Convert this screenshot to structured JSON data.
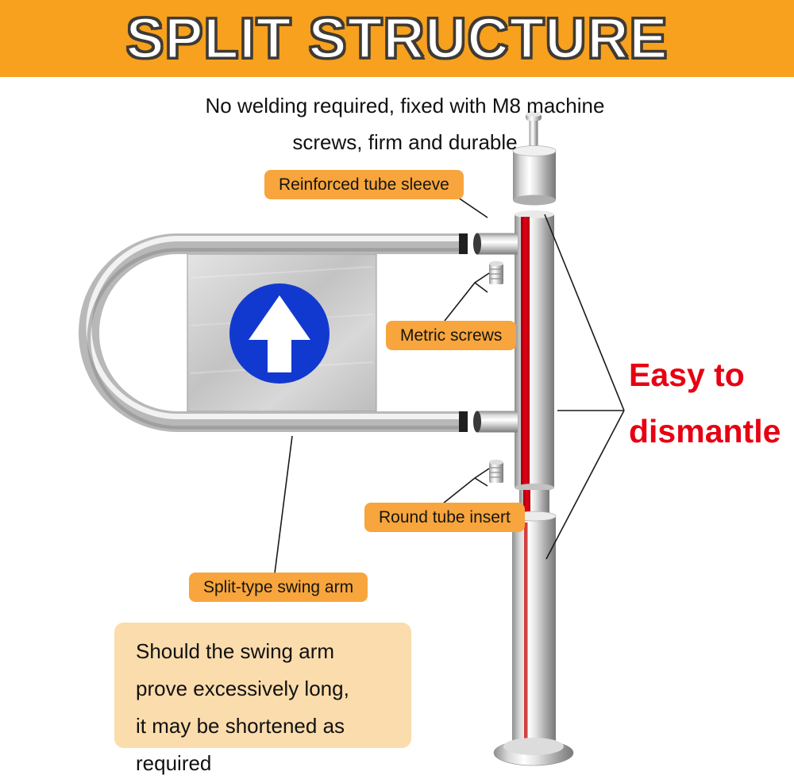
{
  "banner": {
    "title": "SPLIT STRUCTURE"
  },
  "subtitle": {
    "line1": "No welding required, fixed with M8 machine",
    "line2": "screws, firm and durable"
  },
  "callouts": {
    "reinforced": "Reinforced tube sleeve",
    "metric": "Metric screws",
    "round": "Round tube insert",
    "split": "Split-type swing arm"
  },
  "easy": {
    "line1": "Easy to",
    "line2": "dismantle"
  },
  "note": {
    "line1": "Should the swing arm",
    "line2": "prove excessively long,",
    "line3": "it may be shortened as required"
  },
  "icons": {
    "plate_icon": "up-arrow-icon"
  },
  "colors": {
    "banner_bg": "#F7A11E",
    "label_bg": "#F7A53C",
    "note_bg": "#FBDCAD",
    "accent_red": "#E60012",
    "arrow_blue": "#1239CF",
    "stripe_red": "#E30015"
  }
}
